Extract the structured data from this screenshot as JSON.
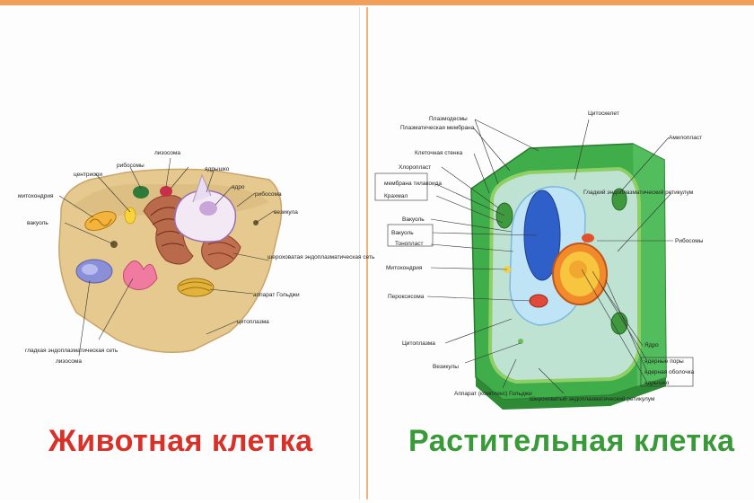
{
  "animal": {
    "caption": "Животная клетка",
    "labels": {
      "lysosome_top": "лизосома",
      "centrioles": "центриоли",
      "ribosomes_top": "рибосомы",
      "nucleolus": "ядрышко",
      "nucleus": "ядро",
      "ribosome_right": "рибосома",
      "vesicle": "везикула",
      "mitochondrion": "митохондрия",
      "rough_er": "шероховатая эндоплазматическая сеть",
      "golgi": "аппарат Гольджи",
      "cytoplasm": "цитоплазма",
      "smooth_er": "гладкая эндоплазматическая сеть",
      "lysosome_left": "лизосома",
      "vacuole": "вакуоль"
    }
  },
  "plant": {
    "caption": "Растительная клетка",
    "labels": {
      "plasmodesmata": "Плазмодесмы",
      "plasma_membrane": "Плазматическая мембрана",
      "cell_wall": "Клеточная стенка",
      "chloroplast": "Хлоропласт",
      "thylakoid": "мембрана тилакоида",
      "starch": "Крахмал",
      "vacuole": "Вакуоль",
      "tonoplast": "Тонопласт",
      "mitochondrion": "Митохондрия",
      "peroxisome": "Пероксисома",
      "cytoplasm": "Цитоплазма",
      "vesicles": "Везикулы",
      "golgi": "Аппарат (комплекс) Гольджи",
      "rough_er": "Шероховатый эндоплазматический ретикулум",
      "cytoskeleton": "Цитоскелет",
      "amyloplast": "Амилопласт",
      "smooth_er": "Гладкий эндоплазматический ретикулум",
      "ribosomes": "Рибосомы",
      "nucleus": "Ядро",
      "nuclear_pore": "ядерные поры",
      "nuclear_envelope": "ядерная оболочка",
      "nucleolus": "ядрышко"
    }
  },
  "colors": {
    "animal_caption": "#d8312a",
    "plant_caption": "#3a9a3a",
    "accent_bar": "#f0a05a"
  }
}
